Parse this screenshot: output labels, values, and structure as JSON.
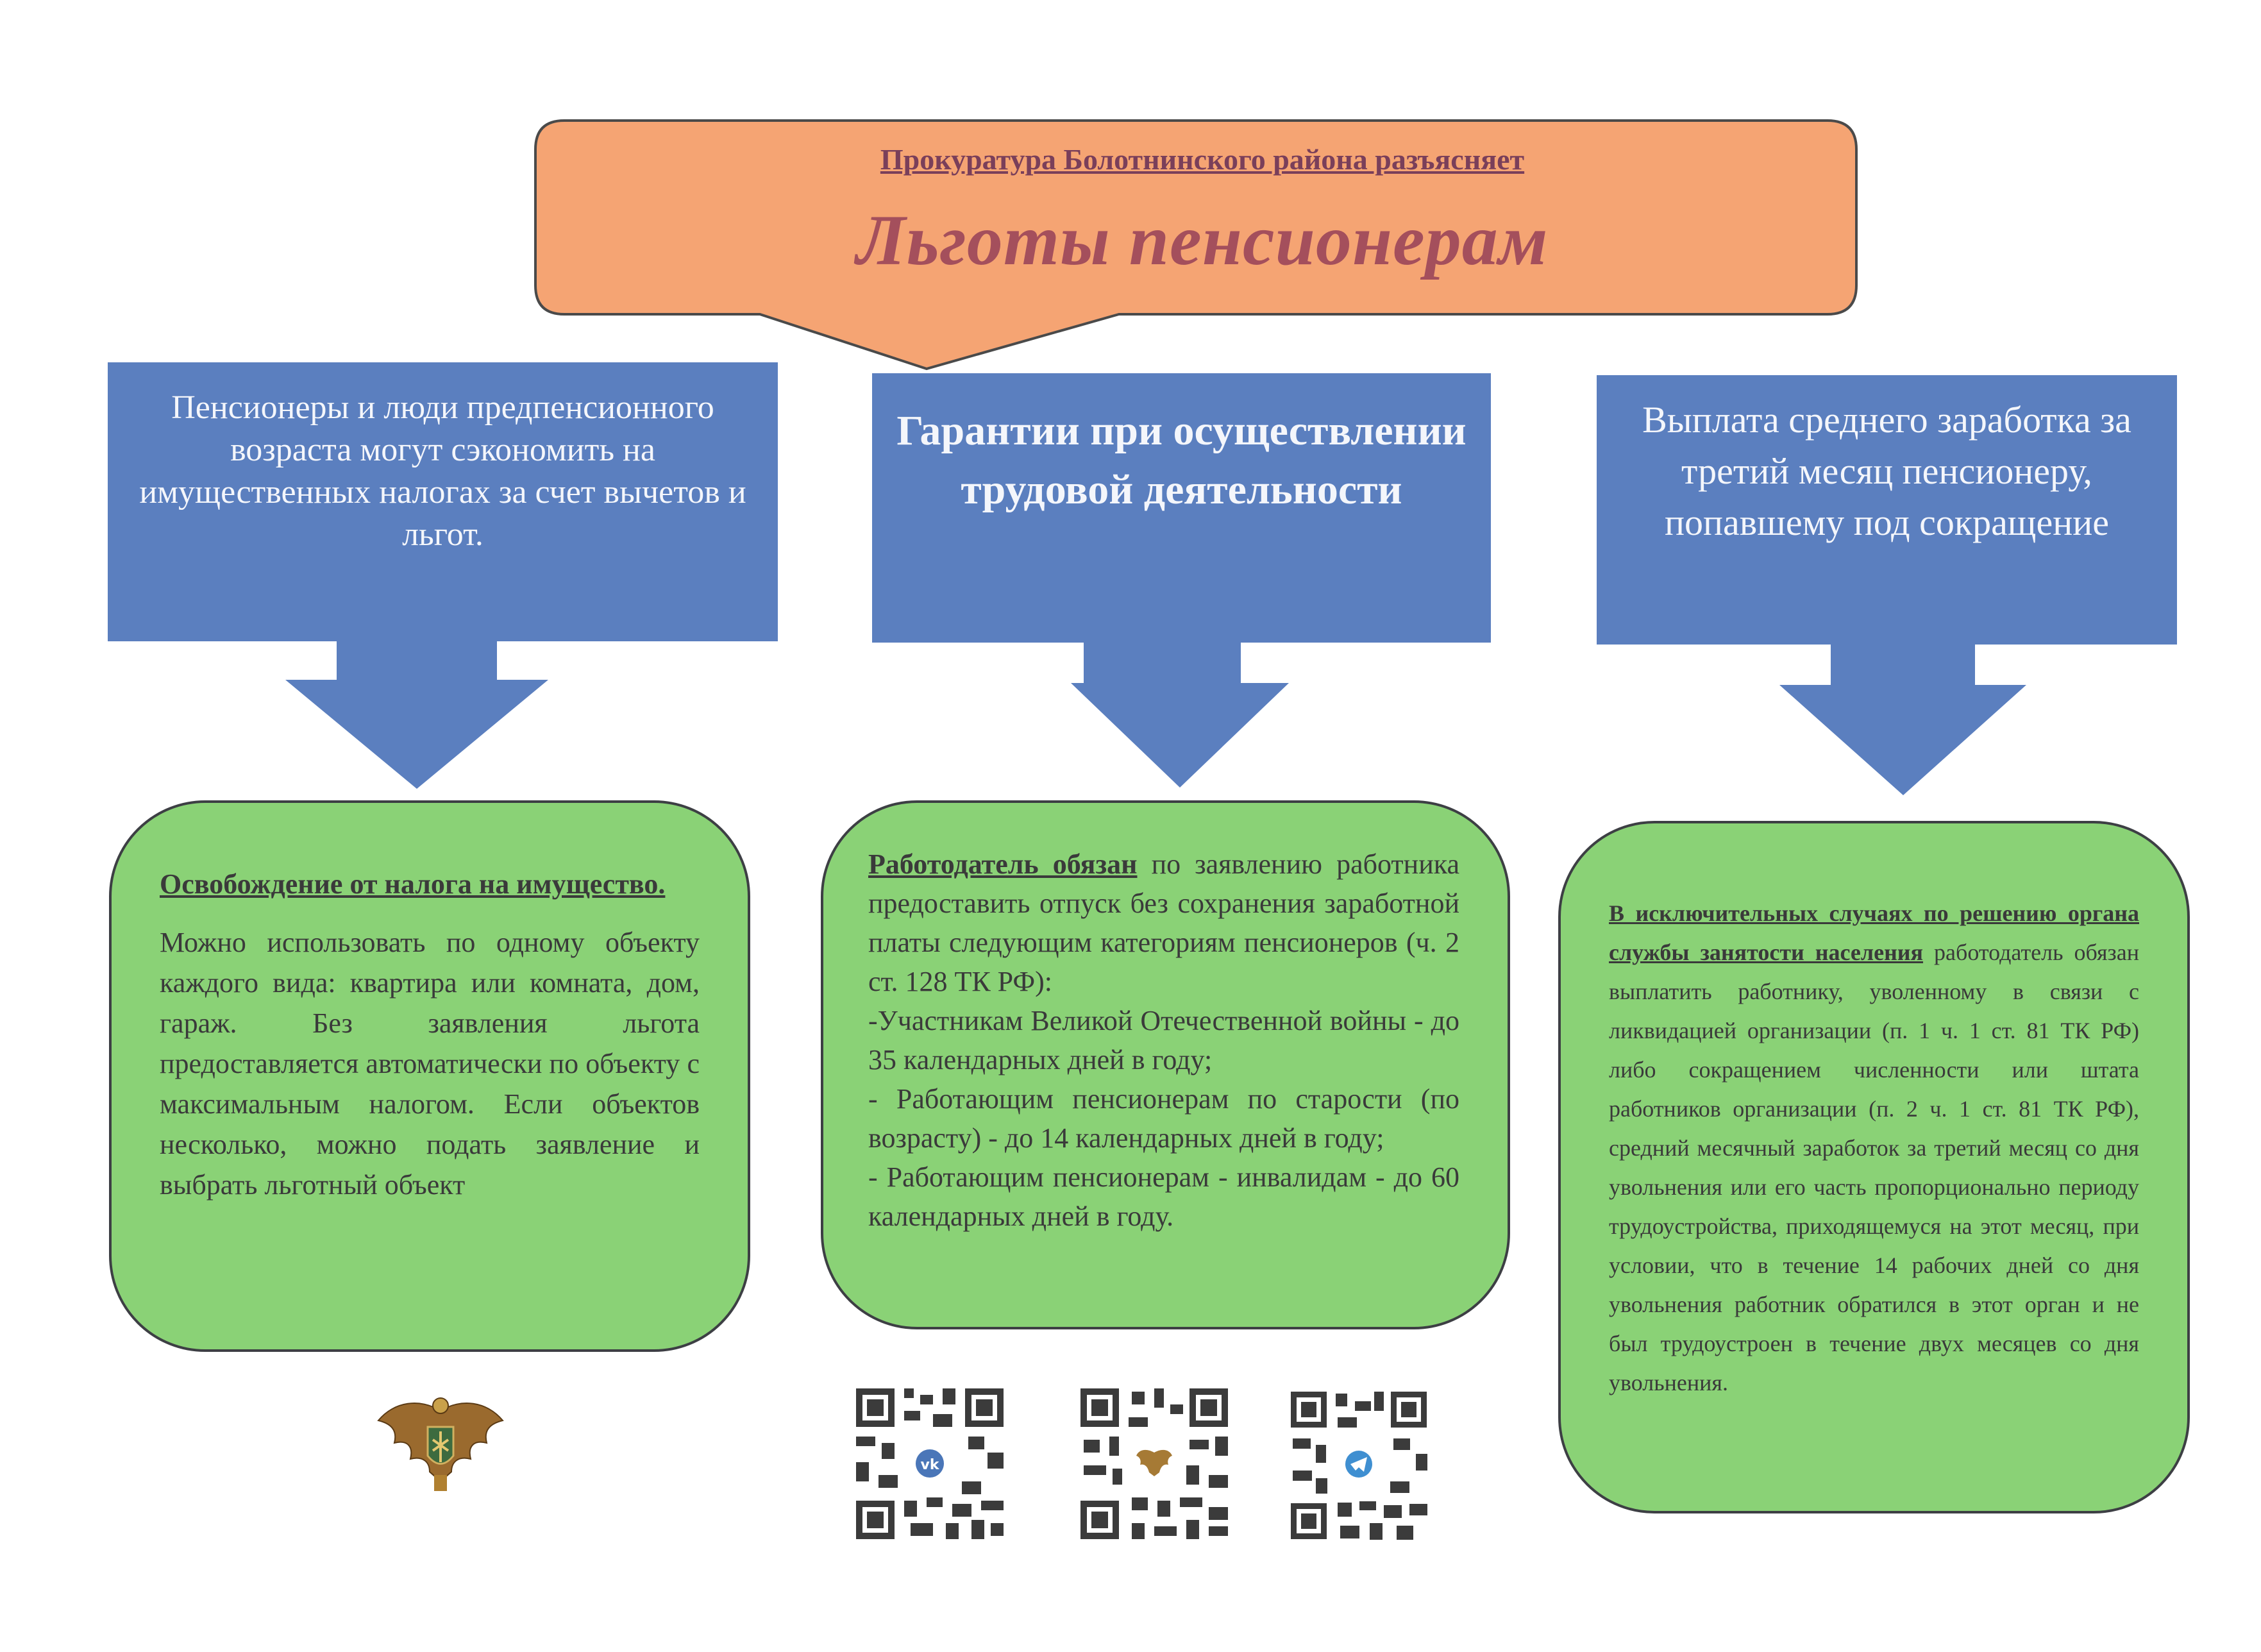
{
  "header": {
    "org_line": "Прокуратура Болотнинского района разъясняет",
    "title": "Льготы пенсионерам"
  },
  "columns": [
    {
      "heading": "Пенсионеры и люди предпенсионного возраста могут сэкономить на имущественных налогах за счет вычетов и льгот.",
      "detail_heading": "Освобождение от налога на имущество.",
      "detail_text": "Можно использовать по одному объекту каждого вида: квартира или комната, дом, гараж. Без заявления льгота предоставляется автоматически по объекту с максимальным налогом. Если объектов несколько, можно подать заявление и выбрать льготный объект"
    },
    {
      "heading": "Гарантии при осуществлении трудовой деятельности",
      "detail_lead": "Работодатель обязан",
      "detail_text": " по заявлению работника предоставить отпуск без сохранения заработной платы следующим категориям пенсионеров (ч. 2 ст. 128 ТК РФ):",
      "detail_items": [
        "-Участникам Великой Отечественной войны - до 35 календарных дней в году;",
        "- Работающим пенсионерам по старости (по возрасту) - до 14 календарных дней в году;",
        "- Работающим пенсионерам - инвалидам - до 60 календарных дней в году."
      ]
    },
    {
      "heading": "Выплата среднего заработка за третий месяц пенсионеру, попавшему под сокращение",
      "detail_lead": "В исключительных случаях по решению органа службы занятости населения",
      "detail_text": " работодатель обязан выплатить работнику, уволенному в связи с ликвидацией организации (п. 1 ч. 1 ст. 81 ТК РФ) либо сокращением численности или штата работников организации (п. 2 ч. 1 ст. 81 ТК РФ), средний месячный заработок за третий месяц со дня увольнения или его часть пропорционально периоду трудоустройства, приходящемуся на этот месяц, при условии, что в течение 14 рабочих дней со дня увольнения работник обратился в этот орган и не был трудоустроен в течение двух месяцев со дня увольнения."
    }
  ],
  "colors": {
    "callout": "#f5a473",
    "blue_box": "#5b7fbf",
    "green_box": "#8ad276",
    "title_text": "#a44f5c"
  },
  "footer": {
    "emblem_icon": "prosecutor-emblem-icon",
    "qr_codes": [
      "vk-qr-icon",
      "site-qr-icon",
      "telegram-qr-icon"
    ]
  }
}
